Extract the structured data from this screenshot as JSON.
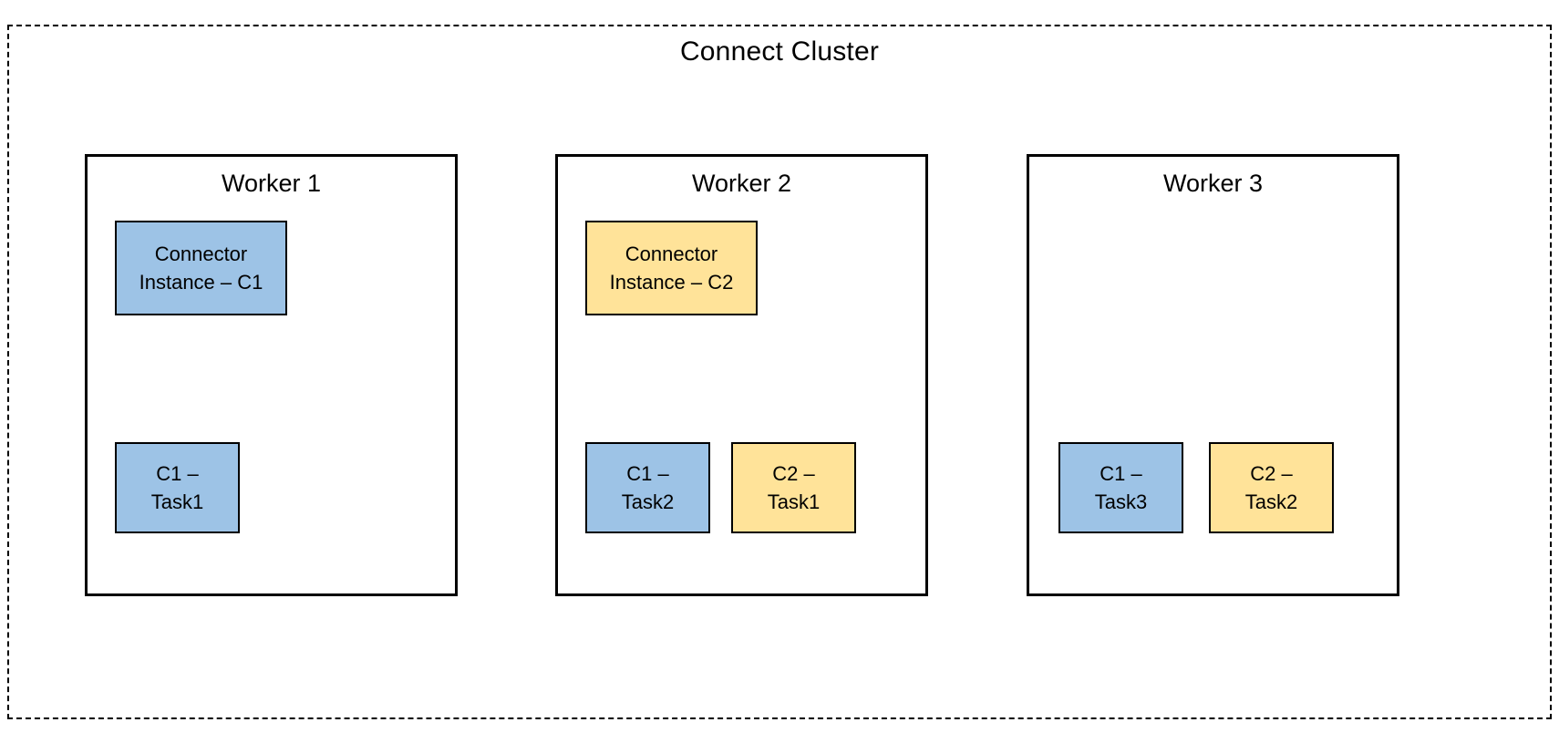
{
  "diagram": {
    "title": "Connect Cluster",
    "colors": {
      "connector_c1": "#9DC3E6",
      "connector_c2": "#FFE399",
      "task_c1": "#9DC3E6",
      "task_c2": "#FFE399",
      "border": "#000000",
      "background": "#ffffff"
    },
    "workers": [
      {
        "title": "Worker 1",
        "connector": {
          "line1": "Connector",
          "line2": "Instance – C1",
          "color": "#9DC3E6"
        },
        "tasks": [
          {
            "line1": "C1 –",
            "line2": "Task1",
            "color": "#9DC3E6"
          }
        ]
      },
      {
        "title": "Worker 2",
        "connector": {
          "line1": "Connector",
          "line2": "Instance – C2",
          "color": "#FFE399"
        },
        "tasks": [
          {
            "line1": "C1 –",
            "line2": "Task2",
            "color": "#9DC3E6"
          },
          {
            "line1": "C2 –",
            "line2": "Task1",
            "color": "#FFE399"
          }
        ]
      },
      {
        "title": "Worker 3",
        "connector": null,
        "tasks": [
          {
            "line1": "C1 –",
            "line2": "Task3",
            "color": "#9DC3E6"
          },
          {
            "line1": "C2 –",
            "line2": "Task2",
            "color": "#FFE399"
          }
        ]
      }
    ]
  }
}
